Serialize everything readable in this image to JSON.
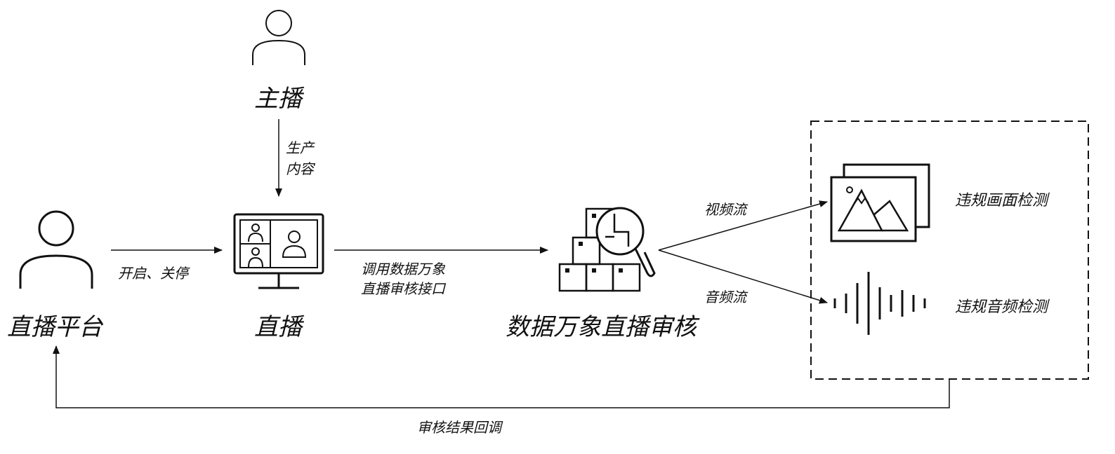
{
  "nodes": {
    "anchor": "主播",
    "platform": "直播平台",
    "live": "直播",
    "audit": "数据万象直播审核",
    "image_check": "违规画面检测",
    "audio_check": "违规音频检测"
  },
  "edges": {
    "produce_line1": "生产",
    "produce_line2": "内容",
    "start_stop": "开启、关停",
    "api_line1": "调用数据万象",
    "api_line2": "直播审核接口",
    "video_stream": "视频流",
    "audio_stream": "音频流",
    "callback": "审核结果回调"
  },
  "icons": [
    "person-icon",
    "monitor-video-call-icon",
    "boxes-magnifier-icon",
    "image-gallery-icon",
    "waveform-icon"
  ]
}
